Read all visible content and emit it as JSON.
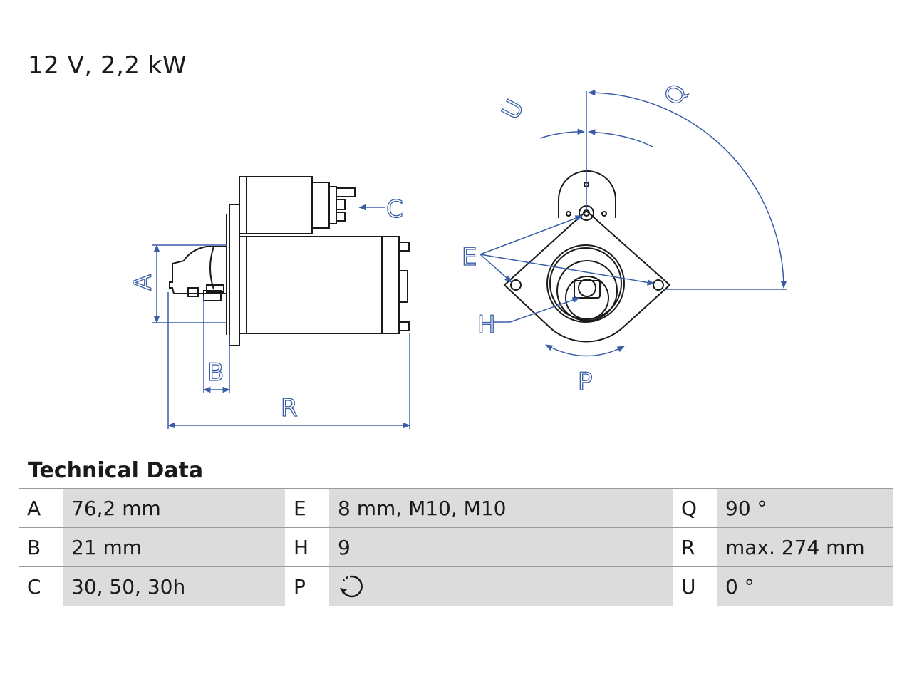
{
  "title": "12 V, 2,2 kW",
  "diagram_labels": {
    "A": "A",
    "B": "B",
    "C": "C",
    "E": "E",
    "H": "H",
    "P": "P",
    "Q": "Q",
    "R": "R",
    "U": "U"
  },
  "colors": {
    "dimension_line": "#3a5da8",
    "outline": "#1a1a1a",
    "table_shade": "#dcdcdc"
  },
  "technical_data": {
    "heading": "Technical Data",
    "rows": [
      [
        {
          "key": "A",
          "value": "76,2 mm"
        },
        {
          "key": "E",
          "value": "8 mm, M10, M10"
        },
        {
          "key": "Q",
          "value": "90 °"
        }
      ],
      [
        {
          "key": "B",
          "value": "21 mm"
        },
        {
          "key": "H",
          "value": "9"
        },
        {
          "key": "R",
          "value": "max. 274 mm"
        }
      ],
      [
        {
          "key": "C",
          "value": "30, 50, 30h"
        },
        {
          "key": "P",
          "value": "",
          "icon": "rotation-direction-icon"
        },
        {
          "key": "U",
          "value": "0 °"
        }
      ]
    ]
  }
}
